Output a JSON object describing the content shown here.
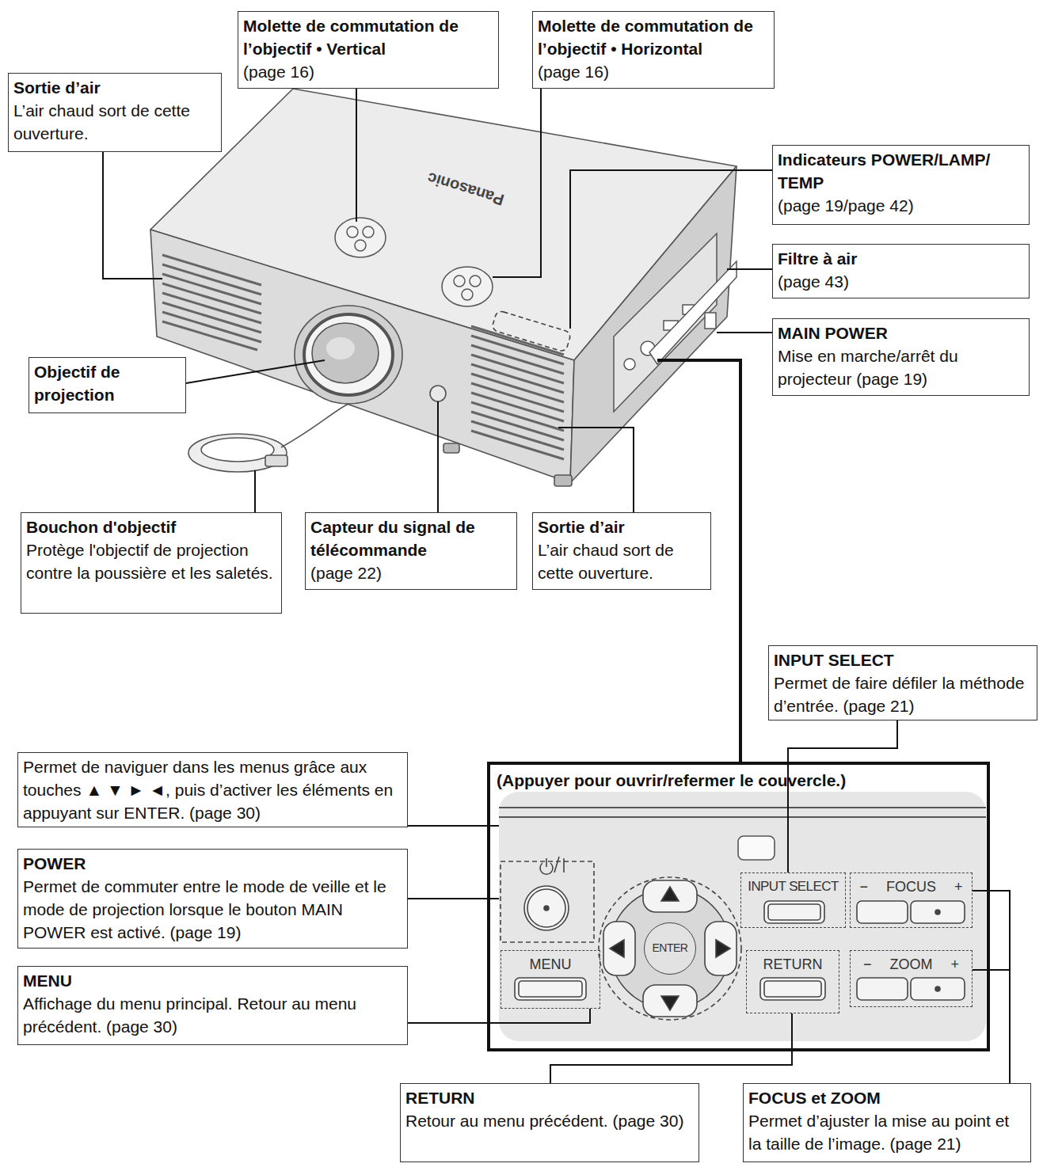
{
  "diagram": {
    "nodes": [
      {
        "text": [
          "Sortie d’air",
          "L’air chaud sort de cette ouverture."
        ]
      },
      {
        "text": [
          "Molette de commutation de l’objectif • Vertical",
          "(page 16)"
        ]
      },
      {
        "text": [
          "Molette de commutation de l’objectif • Horizontal",
          "(page 16)"
        ]
      },
      {
        "text": [
          "Indicateurs POWER/LAMP/ TEMP",
          "(page 19/page 42)"
        ]
      },
      {
        "text": [
          "Filtre à air",
          "(page 43)"
        ]
      },
      {
        "text": [
          "MAIN POWER",
          "Mise en marche/arrêt du projecteur (page 19)"
        ]
      },
      {
        "text": [
          "Objectif de projection"
        ]
      },
      {
        "text": [
          "Bouchon d'objectif",
          "Protège l'objectif de projection contre la poussière et les saletés."
        ]
      },
      {
        "text": [
          "Capteur du signal de télécommande",
          "(page 22)"
        ]
      },
      {
        "text": [
          "Sortie d’air",
          "L’air chaud sort de cette ouverture."
        ]
      },
      {
        "text": [
          "INPUT SELECT",
          "Permet de faire défiler la méthode d’entrée. (page 21)"
        ]
      },
      {
        "text": [
          "Permet de naviguer dans les menus grâce aux touches ▲ ▼ ► ◄, puis d’activer les éléments en appuyant sur ENTER. (page 30)"
        ]
      },
      {
        "text": [
          "POWER",
          "Permet de commuter entre le mode de veille et le mode de projection lorsque le bouton MAIN POWER est activé. (page 19)"
        ]
      },
      {
        "text": [
          "MENU",
          "Affichage du menu principal. Retour au menu précédent. (page 30)"
        ]
      },
      {
        "text": [
          "(Appuyer pour ouvrir/refermer le couvercle.)"
        ]
      },
      {
        "text": [
          "MENU"
        ],
        "in": 14
      },
      {
        "text": [
          "ENTER"
        ],
        "in": 14
      },
      {
        "text": [
          "RETURN"
        ],
        "in": 14
      },
      {
        "text": [
          "INPUT SELECT"
        ],
        "in": 14
      },
      {
        "text": [
          "− FOCUS +"
        ],
        "in": 14
      },
      {
        "text": [
          "− ZOOM +"
        ],
        "in": 14
      },
      {
        "text": [
          "RETURN",
          "Retour au menu précédent. (page 30)"
        ]
      },
      {
        "text": [
          "FOCUS et ZOOM",
          "Permet d’ajuster la mise au point et la taille de l’image. (page 21)"
        ]
      }
    ],
    "edges": [
      {
        "from": 10,
        "to": 18,
        "arrow": "none"
      },
      {
        "from": 13,
        "to": 15,
        "arrow": "none"
      },
      {
        "from": 21,
        "to": 17,
        "arrow": "none"
      },
      {
        "from": 22,
        "to": 19,
        "arrow": "none"
      },
      {
        "from": 22,
        "to": 20,
        "arrow": "none"
      }
    ],
    "labels": [
      "Panasonic"
    ]
  }
}
